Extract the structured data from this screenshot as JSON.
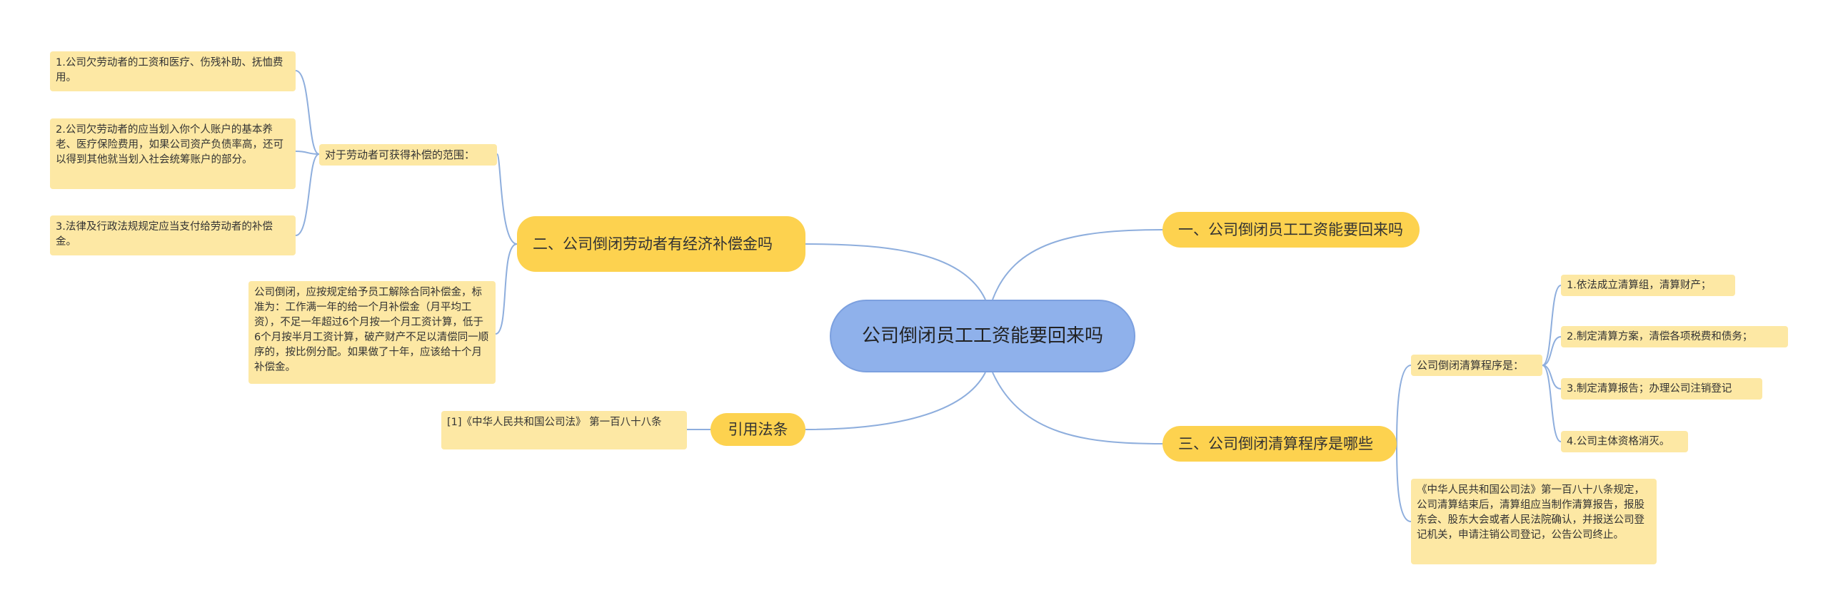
{
  "root": {
    "label": "公司倒闭员工工资能要回来吗"
  },
  "branches": {
    "b1": {
      "label": "一、公司倒闭员工工资能要回来吗"
    },
    "b2": {
      "label": "二、公司倒闭劳动者有经济补偿金吗",
      "sub": "对于劳动者可获得补偿的范围：",
      "items": [
        "1.公司欠劳动者的工资和医疗、伤残补助、抚恤费用。",
        "2.公司欠劳动者的应当划入你个人账户的基本养老、医疗保险费用，如果公司资产负债率高，还可以得到其他就当划入社会统筹账户的部分。",
        "3.法律及行政法规规定应当支付给劳动者的补偿金。"
      ],
      "note": "公司倒闭，应按规定给予员工解除合同补偿金，标准为：工作满一年的给一个月补偿金（月平均工资），不足一年超过6个月按一个月工资计算，低于6个月按半月工资计算，破产财产不足以清偿同一顺序的，按比例分配。如果做了十年，应该给十个月补偿金。"
    },
    "b3": {
      "label": "三、公司倒闭清算程序是哪些",
      "sub": "公司倒闭清算程序是：",
      "steps": [
        "1.依法成立清算组，清算财产；",
        "2.制定清算方案，清偿各项税费和债务；",
        "3.制定清算报告；办理公司注销登记",
        "4.公司主体资格消灭。"
      ],
      "note": "《中华人民共和国公司法》第一百八十八条规定，公司清算结束后，清算组应当制作清算报告，报股东会、股东大会或者人民法院确认，并报送公司登记机关，申请注销公司登记，公告公司终止。"
    },
    "b4": {
      "label": "引用法条",
      "ref": "[1]《中华人民共和国公司法》 第一百八十八条"
    }
  },
  "colors": {
    "root_fill": "#8fb1eb",
    "main_fill": "#fdd24f",
    "leaf_fill": "#fde8a4",
    "link": "#8eaedd"
  }
}
